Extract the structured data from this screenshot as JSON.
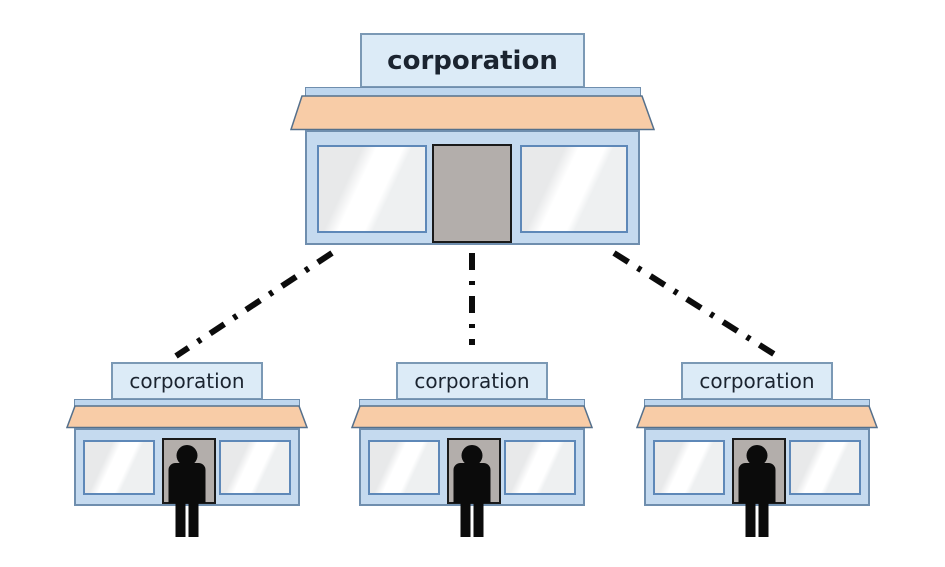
{
  "diagram": {
    "title_hint": "corporation hierarchy storefront diagram",
    "parent": {
      "label": "corporation"
    },
    "children": [
      {
        "label": "corporation"
      },
      {
        "label": "corporation"
      },
      {
        "label": "corporation"
      }
    ],
    "connector_style": "dash-dot"
  },
  "colors": {
    "bg": "#ffffff",
    "text": "#1b2430",
    "sign_fill": "#dcebf7",
    "sign_border": "#7b99b5",
    "awning_fill": "#f8cca7",
    "awning_border": "#55708c",
    "body_fill": "#c5daef",
    "bar_fill": "#bed6ee",
    "body_border": "#6f8eae",
    "window_border": "#5e88b8",
    "door_fill": "#b3aeab",
    "door_border": "#1a1a1a",
    "person": "#0b0b0b",
    "line": "#0c0c0c"
  }
}
